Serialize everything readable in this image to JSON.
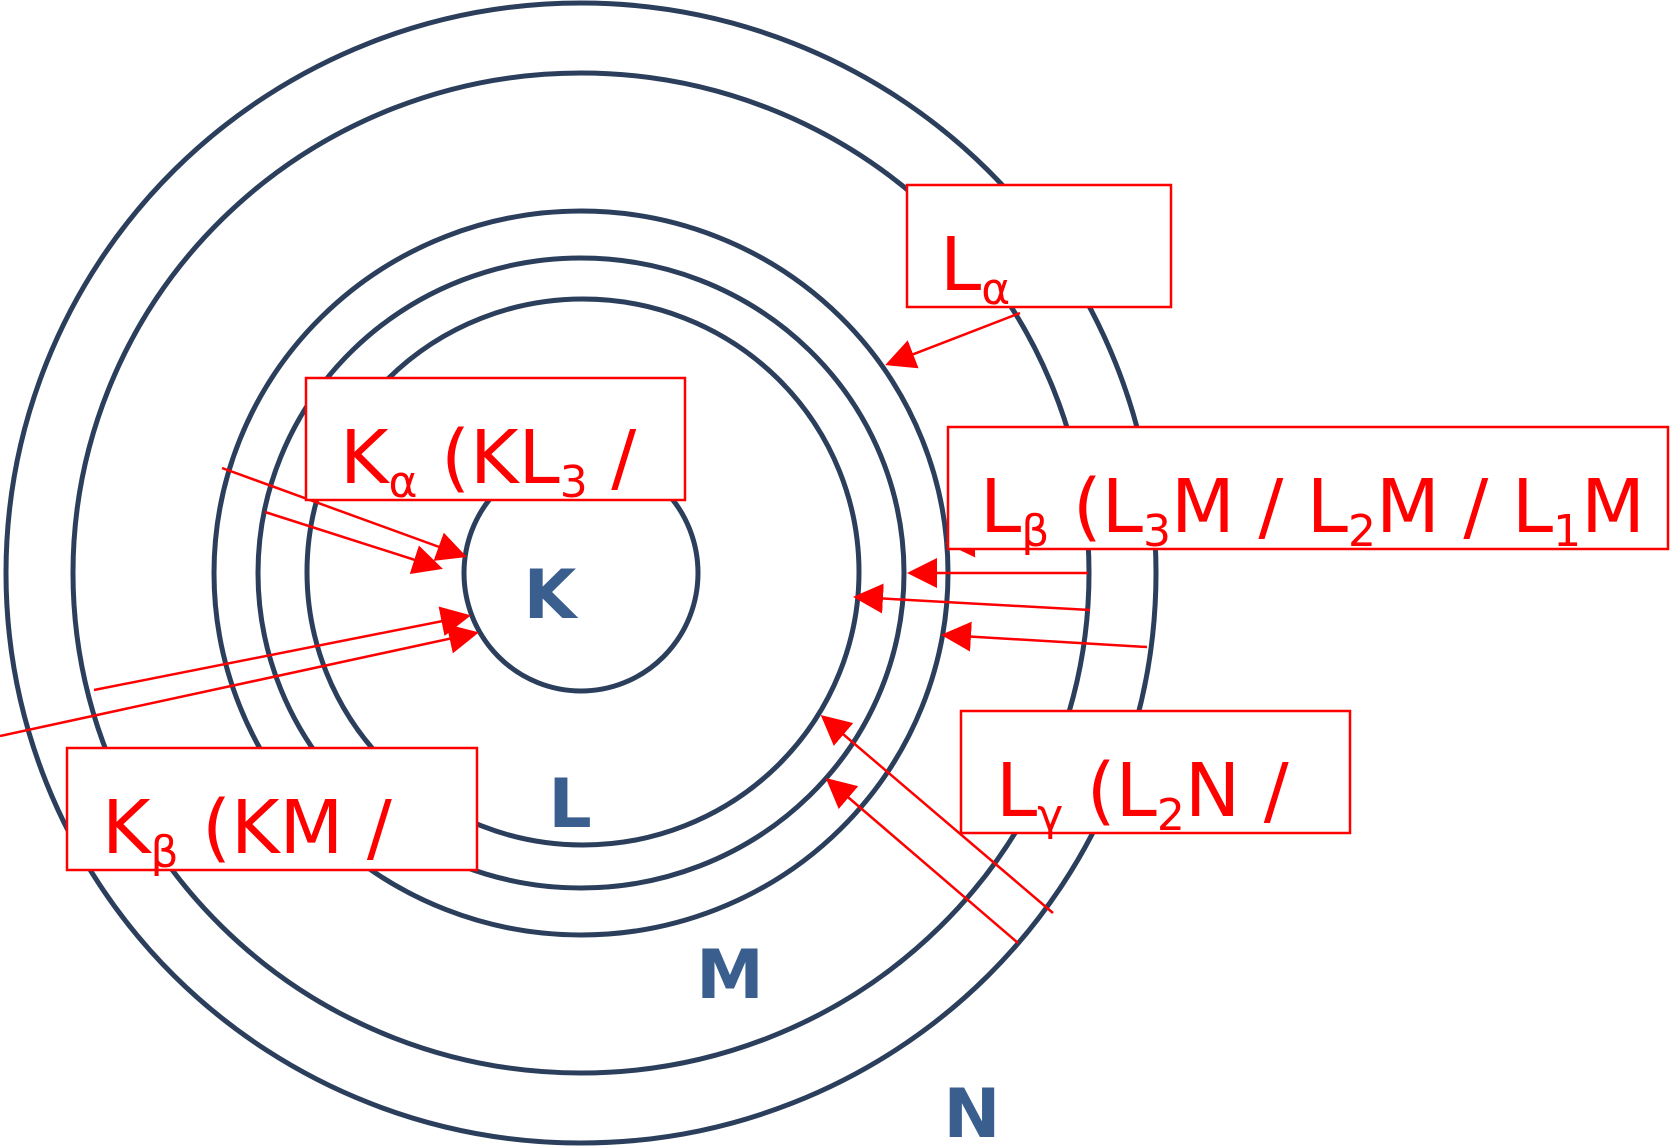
{
  "colors": {
    "shell_stroke": "#2b3f5c",
    "shell_label": "#3a5f8f",
    "annotation": "#ff0000"
  },
  "shells": [
    {
      "name": "K",
      "label": "K"
    },
    {
      "name": "L",
      "label": "L"
    },
    {
      "name": "M",
      "label": "M"
    },
    {
      "name": "N",
      "label": "N"
    }
  ],
  "labels": [
    {
      "id": "l-alpha",
      "parts": [
        {
          "t": "L",
          "s": "main"
        },
        {
          "t": "α",
          "s": "sub"
        }
      ]
    },
    {
      "id": "k-alpha",
      "parts": [
        {
          "t": "K",
          "s": "main"
        },
        {
          "t": "α",
          "s": "sub"
        },
        {
          "t": " (KL",
          "s": "main"
        },
        {
          "t": "3",
          "s": "sub"
        },
        {
          "t": " /",
          "s": "main"
        }
      ]
    },
    {
      "id": "l-beta",
      "parts": [
        {
          "t": "L",
          "s": "main"
        },
        {
          "t": "β",
          "s": "sub"
        },
        {
          "t": " (L",
          "s": "main"
        },
        {
          "t": "3",
          "s": "sub"
        },
        {
          "t": "M / L",
          "s": "main"
        },
        {
          "t": "2",
          "s": "sub"
        },
        {
          "t": "M / L",
          "s": "main"
        },
        {
          "t": "1",
          "s": "sub"
        },
        {
          "t": "M",
          "s": "main"
        }
      ]
    },
    {
      "id": "l-gamma",
      "parts": [
        {
          "t": "L",
          "s": "main"
        },
        {
          "t": "γ",
          "s": "sub"
        },
        {
          "t": " (L",
          "s": "main"
        },
        {
          "t": "2",
          "s": "sub"
        },
        {
          "t": "N /",
          "s": "main"
        }
      ]
    },
    {
      "id": "k-beta",
      "parts": [
        {
          "t": "K",
          "s": "main"
        },
        {
          "t": "β",
          "s": "sub"
        },
        {
          "t": " (KM /",
          "s": "main"
        }
      ]
    }
  ]
}
